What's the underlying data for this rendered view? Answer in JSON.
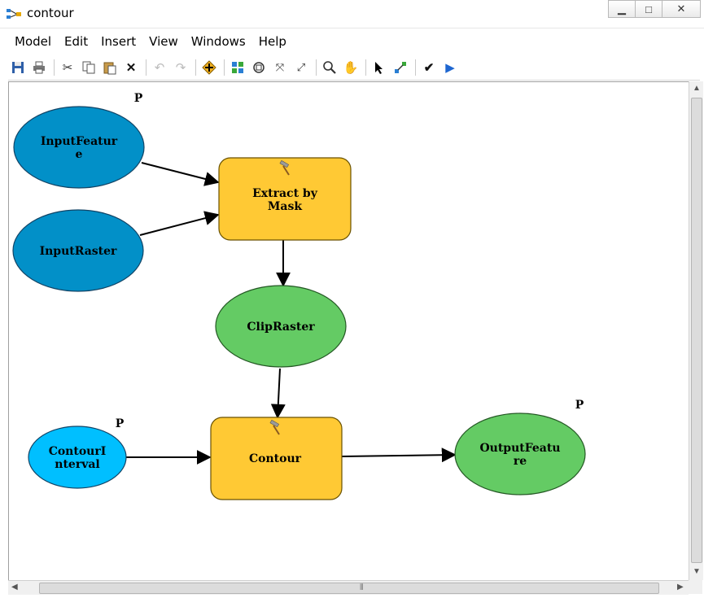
{
  "window": {
    "title": "contour"
  },
  "menu": [
    "Model",
    "Edit",
    "Insert",
    "View",
    "Windows",
    "Help"
  ],
  "nodes": {
    "input_feature": {
      "line1": "InputFeatur",
      "line2": "e",
      "param_flag": "P"
    },
    "input_raster": {
      "line1": "InputRaster"
    },
    "extract_by_mask": {
      "line1": "Extract by",
      "line2": "Mask"
    },
    "clip_raster": {
      "line1": "ClipRaster"
    },
    "contour_interval": {
      "line1": "ContourI",
      "line2": "nterval",
      "param_flag": "P"
    },
    "contour_tool": {
      "line1": "Contour"
    },
    "output_feature": {
      "line1": "OutputFeatu",
      "line2": "re",
      "param_flag": "P"
    }
  },
  "colors": {
    "input_data": "#0290c8",
    "input_value": "#00bfff",
    "tool": "#ffc934",
    "derived_data": "#64cb64"
  }
}
